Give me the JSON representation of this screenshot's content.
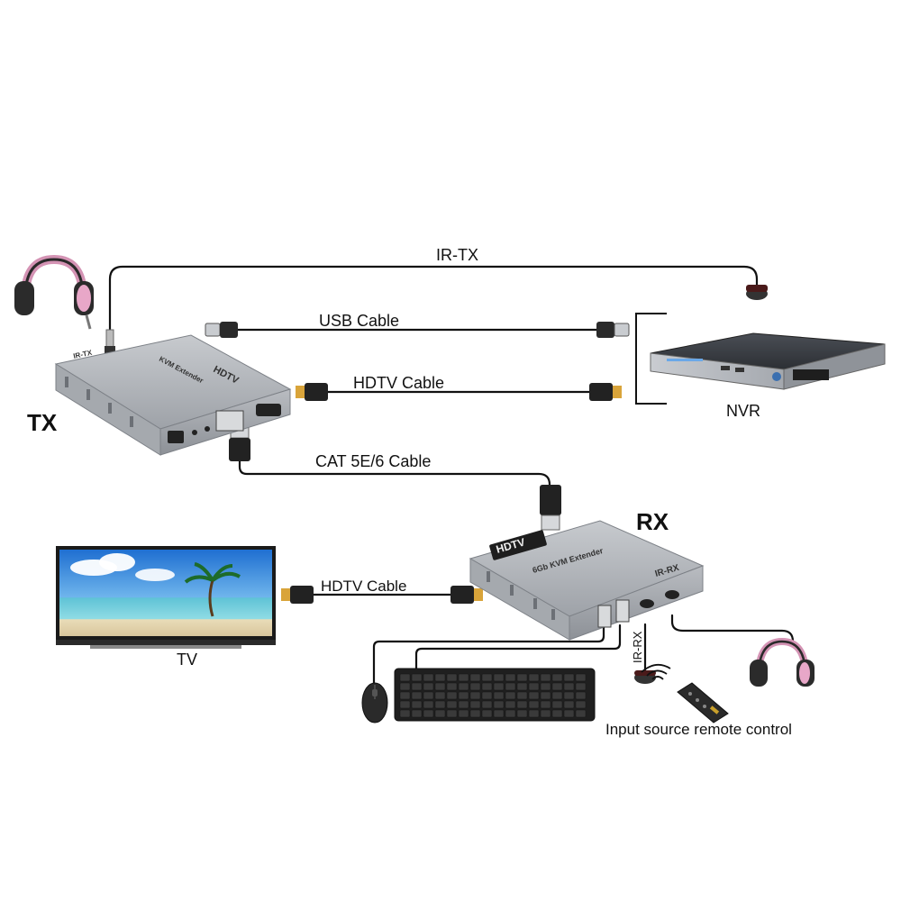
{
  "labels": {
    "tx": "TX",
    "rx": "RX",
    "ir_tx": "IR-TX",
    "usb_cable": "USB Cable",
    "hdtv_cable_top": "HDTV Cable",
    "cat_cable": "CAT 5E/6 Cable",
    "nvr": "NVR",
    "hdtv_cable_bottom": "HDTV Cable",
    "tv": "TV",
    "ir_rx": "IR-RX",
    "remote": "Input source remote control"
  },
  "devices": {
    "tx_badge": "HDTV",
    "tx_subtitle": "KVM Extender",
    "tx_port_label": "IR-TX",
    "rx_badge": "HDTV",
    "rx_subtitle": "6Gb KVM Extender",
    "rx_port_label": "IR-RX"
  },
  "colors": {
    "device_silver": "#a9adb3",
    "headphone_pink": "#e8a7c8",
    "cable": "#111111",
    "nvr_dark": "#3a3d42"
  },
  "icons": {
    "headphones": "headphones-icon",
    "mouse": "mouse-icon",
    "keyboard": "keyboard-icon",
    "remote": "remote-control-icon",
    "tv": "tv-icon",
    "nvr": "nvr-icon"
  }
}
